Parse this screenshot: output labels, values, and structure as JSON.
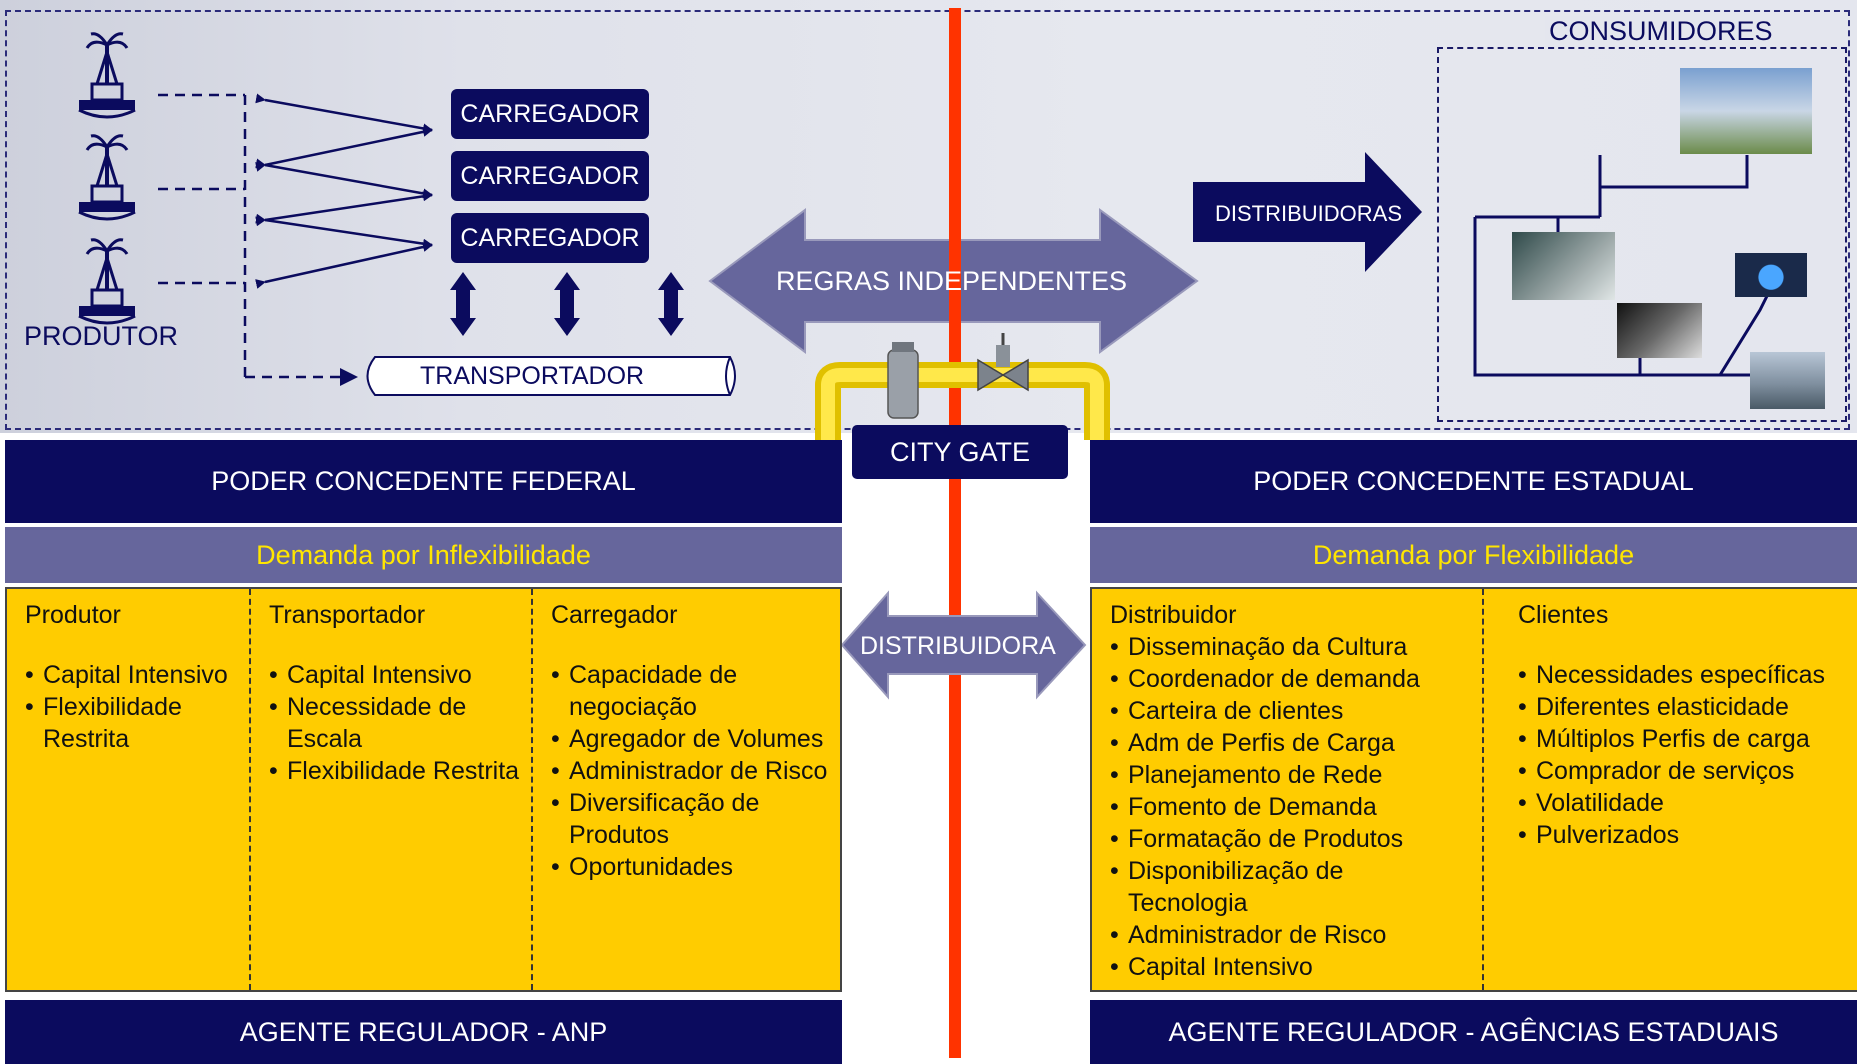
{
  "top": {
    "produtor_label": "PRODUTOR",
    "carregadores": [
      "CARREGADOR",
      "CARREGADOR",
      "CARREGADOR"
    ],
    "transportador": "TRANSPORTADOR",
    "regras": "REGRAS INDEPENDENTES",
    "distribuidoras": "DISTRIBUIDORAS",
    "consumidores": "CONSUMIDORES",
    "city_gate": "CITY GATE"
  },
  "federal": {
    "header": "PODER CONCEDENTE FEDERAL",
    "demand": "Demanda por Inflexibilidade",
    "columns": [
      {
        "title": "Produtor",
        "items": [
          "Capital Intensivo",
          "Flexibilidade Restrita"
        ]
      },
      {
        "title": "Transportador",
        "items": [
          "Capital Intensivo",
          "Necessidade de Escala",
          "Flexibilidade Restrita"
        ]
      },
      {
        "title": "Carregador",
        "items": [
          "Capacidade de negociação",
          "Agregador de Volumes",
          "Administrador de Risco",
          "Diversificação de Produtos",
          "Oportunidades"
        ]
      }
    ],
    "regulator": "AGENTE REGULADOR - ANP"
  },
  "middle": {
    "distribuidora": "DISTRIBUIDORA"
  },
  "estadual": {
    "header": "PODER CONCEDENTE ESTADUAL",
    "demand": "Demanda por Flexibilidade",
    "columns": [
      {
        "title": "Distribuidor",
        "items": [
          "Disseminação da Cultura",
          "Coordenador de demanda",
          "Carteira de clientes",
          "Adm de Perfis de Carga",
          "Planejamento de Rede",
          "Fomento de Demanda",
          "Formatação de Produtos",
          "Disponibilização de Tecnologia",
          "Administrador de Risco",
          "Capital Intensivo"
        ]
      },
      {
        "title": "Clientes",
        "items": [
          "Necessidades específicas",
          "Diferentes elasticidade",
          "Múltiplos Perfis de carga",
          "Comprador de serviços",
          "Volatilidade",
          "Pulverizados"
        ]
      }
    ],
    "regulator": "AGENTE REGULADOR - AGÊNCIAS ESTADUAIS"
  },
  "icons": [
    "oil-platform-icon",
    "pipe-valve-icon",
    "photo-thumbnail-icon"
  ],
  "colors": {
    "navy": "#0b0b5e",
    "yellow": "#ffcc00",
    "purple": "#66669c",
    "red_line": "#ff3300",
    "demand_text": "#ffe600"
  }
}
